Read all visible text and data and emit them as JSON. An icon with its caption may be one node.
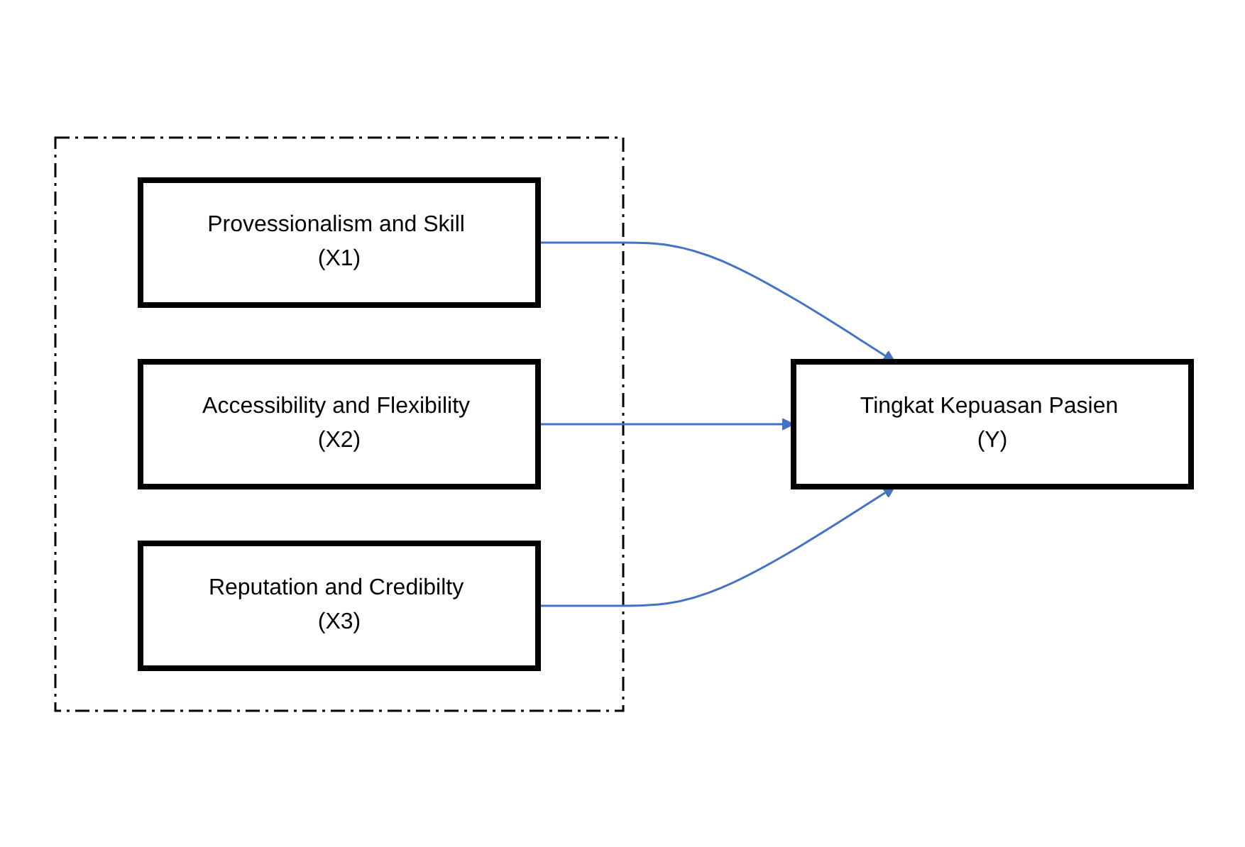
{
  "diagram": {
    "nodes": [
      {
        "text": [],
        "shape": "arrow"
      },
      {
        "text": [
          "Provessionalism and Skill (X1)"
        ],
        "in": 0
      },
      {
        "text": [
          "Accessibility and Flexibility (X2)"
        ],
        "in": 0
      },
      {
        "text": [
          "Reputation and Credibilty (X3)"
        ],
        "in": 0
      },
      {
        "text": [
          "Tingkat Kepuasan Pasien (Y)"
        ]
      }
    ],
    "edges": [
      {
        "from": 1,
        "to": 4,
        "arrow": "to"
      },
      {
        "from": 2,
        "to": 4,
        "arrow": "to"
      },
      {
        "from": 3,
        "to": 4,
        "arrow": "to"
      }
    ]
  }
}
